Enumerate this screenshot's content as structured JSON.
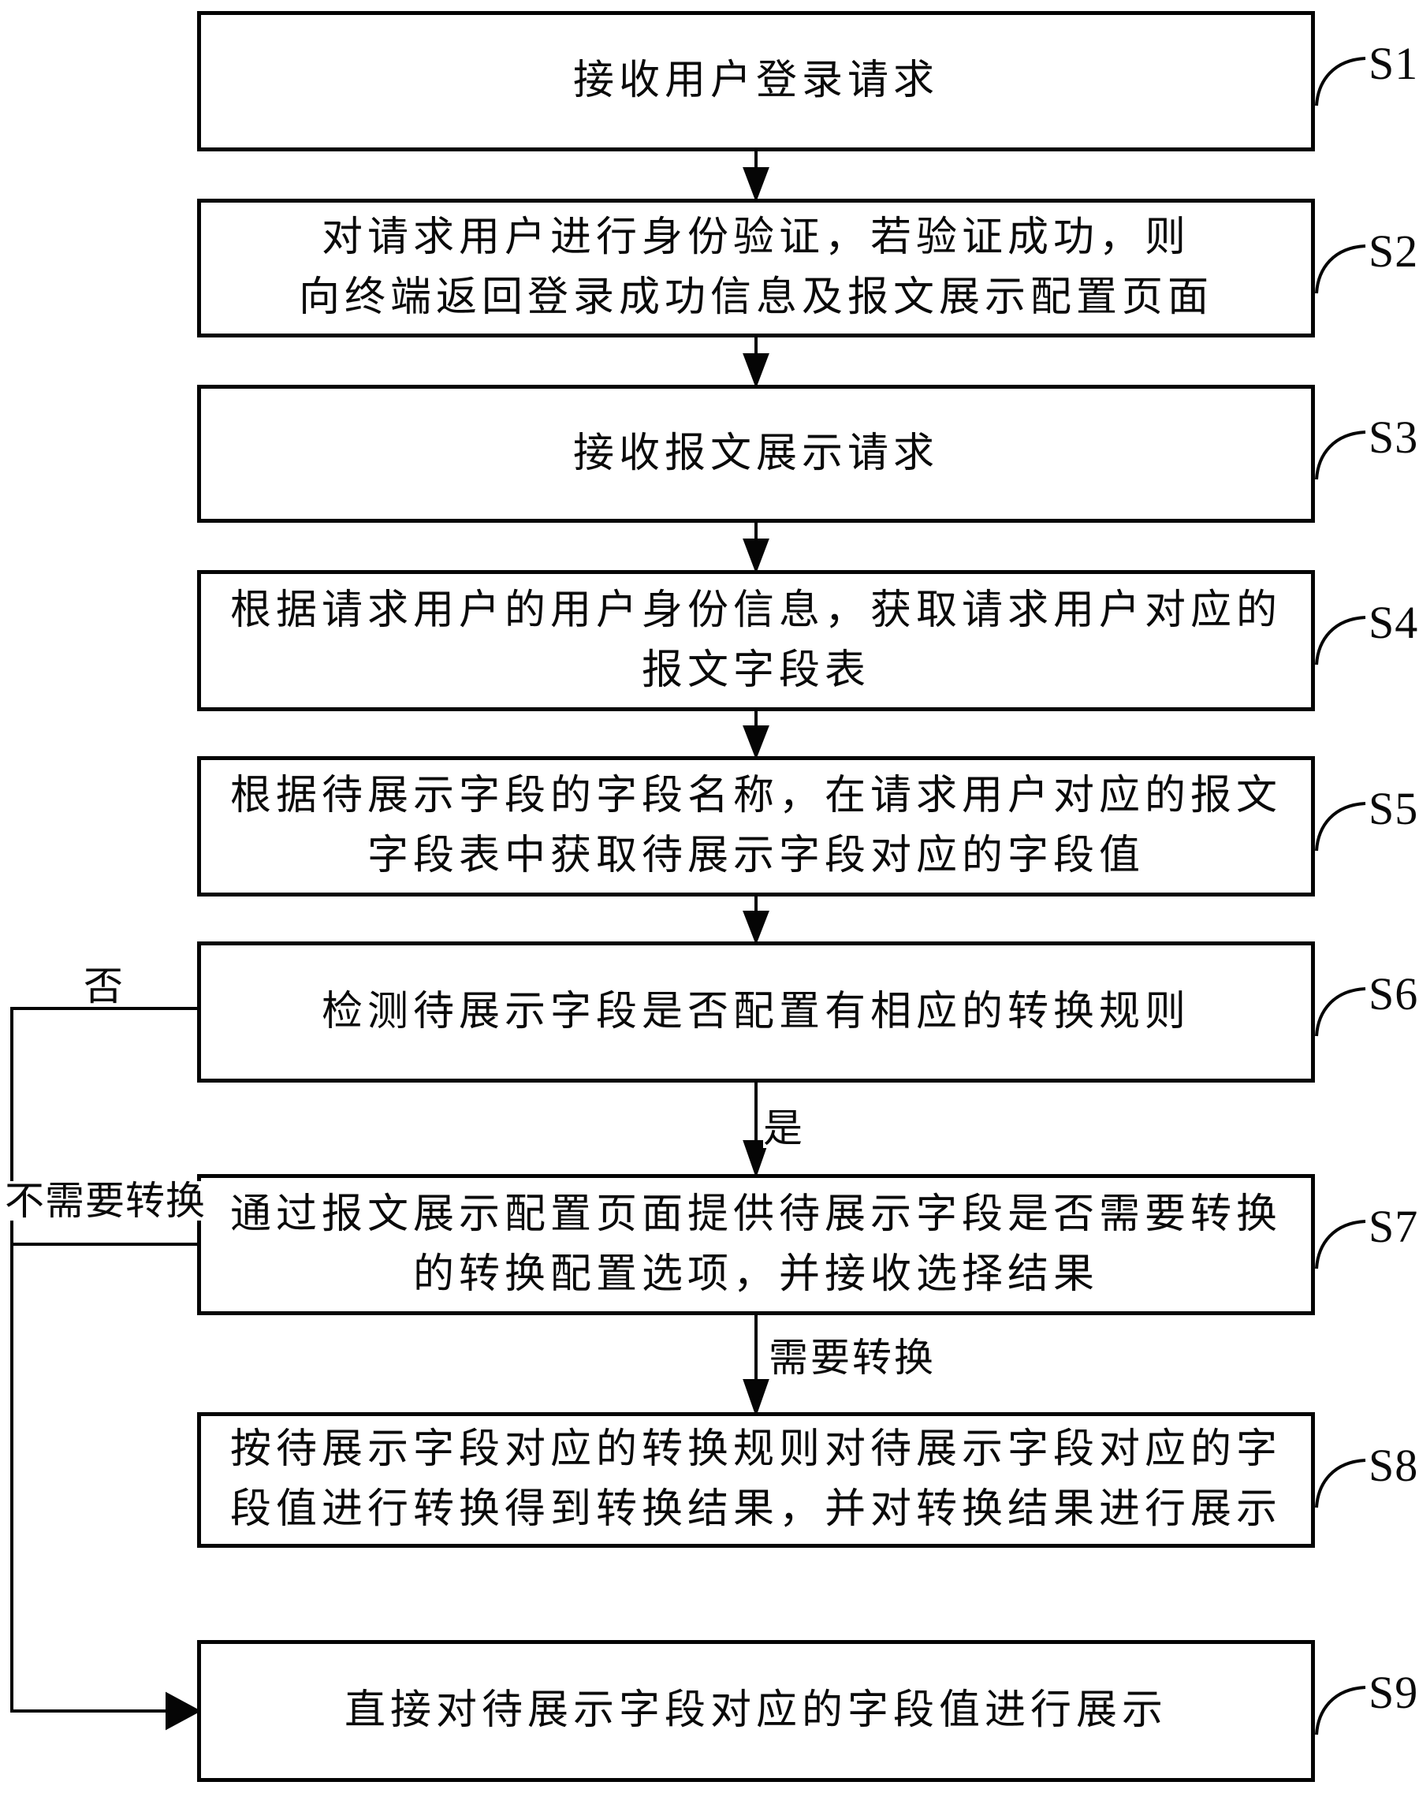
{
  "diagram": {
    "type": "flowchart",
    "colors": {
      "ink": "#0a0a0a",
      "background": "#ffffff"
    },
    "steps": [
      {
        "ref": "S1",
        "lines": [
          "接收用户登录请求"
        ]
      },
      {
        "ref": "S2",
        "lines": [
          "对请求用户进行身份验证，若验证成功，则",
          "向终端返回登录成功信息及报文展示配置页面"
        ]
      },
      {
        "ref": "S3",
        "lines": [
          "接收报文展示请求"
        ]
      },
      {
        "ref": "S4",
        "lines": [
          "根据请求用户的用户身份信息，获取请求用户对应的",
          "报文字段表"
        ]
      },
      {
        "ref": "S5",
        "lines": [
          "根据待展示字段的字段名称，在请求用户对应的报文",
          "字段表中获取待展示字段对应的字段值"
        ]
      },
      {
        "ref": "S6",
        "lines": [
          "检测待展示字段是否配置有相应的转换规则"
        ]
      },
      {
        "ref": "S7",
        "lines": [
          "通过报文展示配置页面提供待展示字段是否需要转换",
          "的转换配置选项，并接收选择结果"
        ]
      },
      {
        "ref": "S8",
        "lines": [
          "按待展示字段对应的转换规则对待展示字段对应的字",
          "段值进行转换得到转换结果，并对转换结果进行展示"
        ]
      },
      {
        "ref": "S9",
        "lines": [
          "直接对待展示字段对应的字段值进行展示"
        ]
      }
    ],
    "edge_labels": {
      "yes": "是",
      "no": "否",
      "need_convert": "需要转换",
      "no_need_convert": "不需要转换"
    }
  }
}
